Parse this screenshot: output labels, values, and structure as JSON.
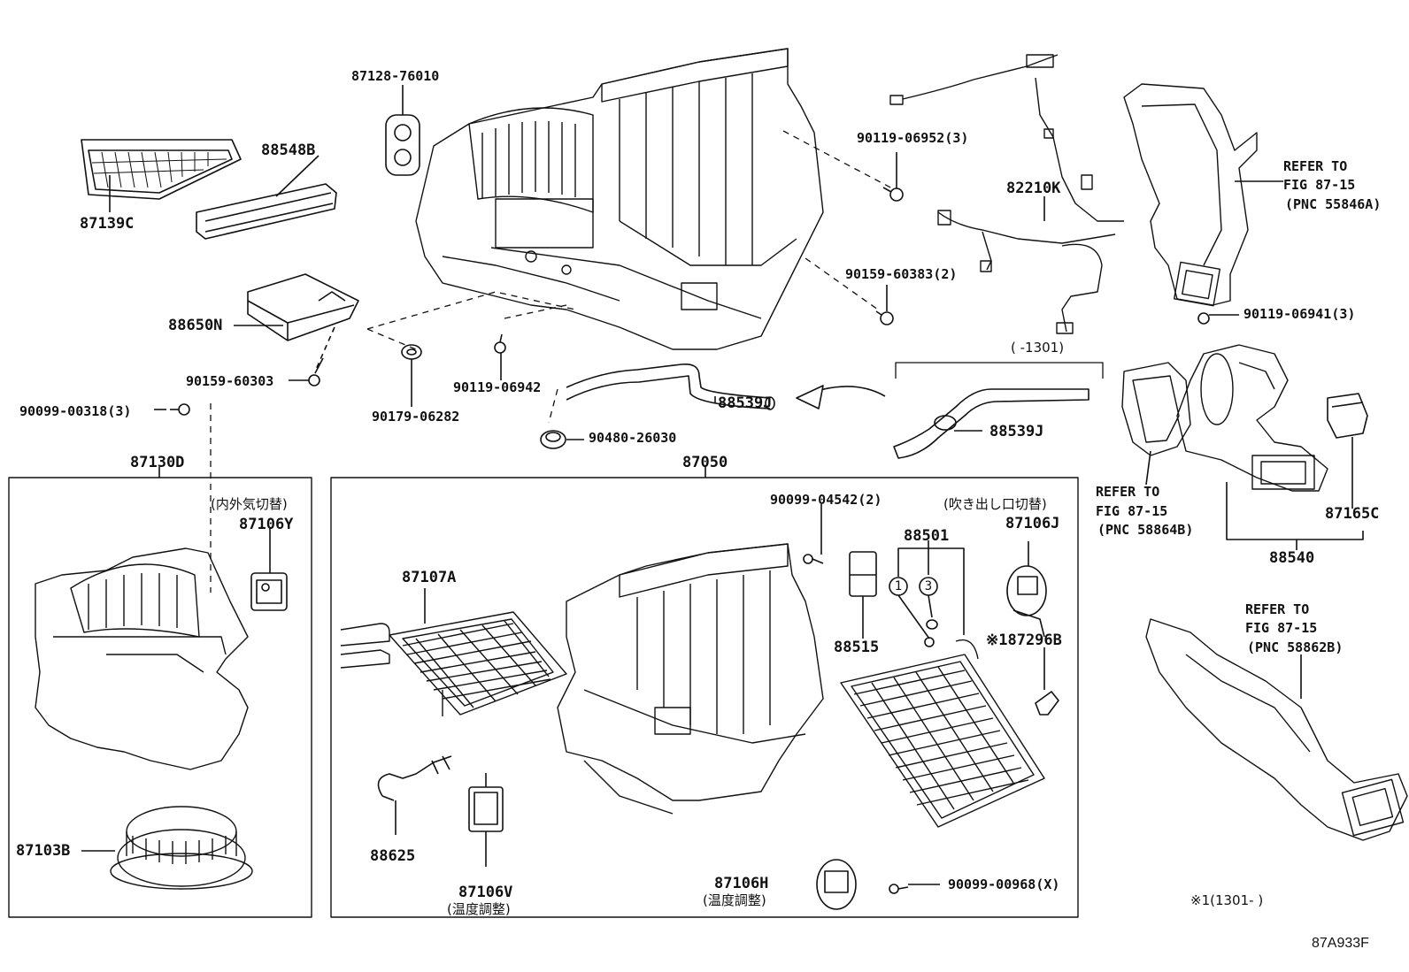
{
  "labels": {
    "p87128": "87128-76010",
    "p88548": "88548B",
    "p87139": "87139C",
    "p88650": "88650N",
    "p90159_60303": "90159-60303",
    "p90099_00318": "90099-00318(3)",
    "p90119_06942": "90119-06942",
    "p90179": "90179-06282",
    "p88539_top": "88539J",
    "p90480": "90480-26030",
    "p90119_06952": "90119-06952(3)",
    "p82210": "82210K",
    "p90159_60383": "90159-60383(2)",
    "p90119_06941": "90119-06941(3)",
    "p88539_right": "88539J",
    "p87130": "87130D",
    "p87050": "87050",
    "p87106Y": "87106Y",
    "p87103": "87103B",
    "p90099_04542": "90099-04542(2)",
    "p87107": "87107A",
    "p88501": "88501",
    "p87106J": "87106J",
    "p88515": "88515",
    "p87296": "※187296B",
    "p88625": "88625",
    "p87106V": "87106V",
    "p87106H": "87106H",
    "p90099_00968": "90099-00968(X)",
    "p87165": "87165C",
    "p88540": "88540",
    "circle1": "1",
    "circle3": "3"
  },
  "notes": {
    "range_top": "(    -1301)",
    "naigai": "(内外気切替)",
    "fukidashi": "(吹き出し口切替)",
    "ondo_v": "(温度調整)",
    "ondo_h": "(温度調整)",
    "range_bottom": "※1(1301-     )"
  },
  "refs": {
    "r1_line1": "REFER TO",
    "r1_line2": "FIG 87-15",
    "r1_line3": "(PNC 55846A)",
    "r2_line1": "REFER TO",
    "r2_line2": "FIG 87-15",
    "r2_line3": "(PNC 58864B)",
    "r3_line1": "REFER TO",
    "r3_line2": "FIG 87-15",
    "r3_line3": "(PNC 58862B)"
  },
  "footer": {
    "code": "87A933F"
  }
}
